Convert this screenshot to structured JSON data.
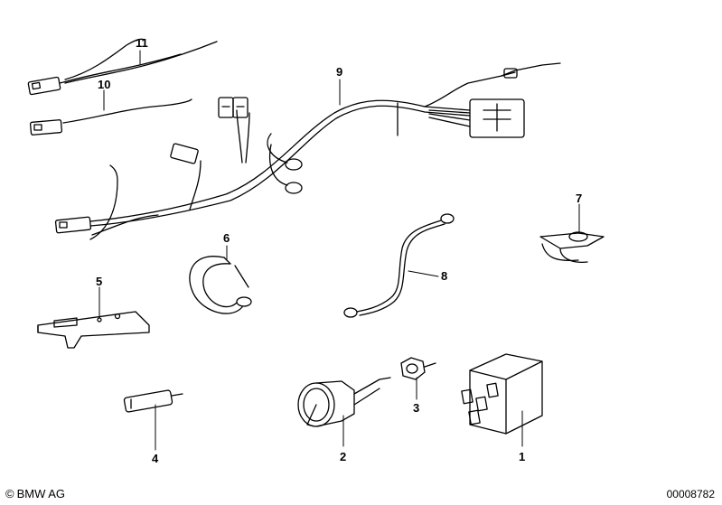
{
  "callouts": {
    "c1": "1",
    "c2": "2",
    "c3": "3",
    "c4": "4",
    "c5": "5",
    "c6": "6",
    "c7": "7",
    "c8": "8",
    "c9": "9",
    "c10": "10",
    "c11": "11"
  },
  "footer": {
    "copyright_symbol": "©",
    "brand": "BMW AG",
    "diagram_id": "00008782"
  },
  "colors": {
    "line": "#000000",
    "background": "#ffffff"
  }
}
